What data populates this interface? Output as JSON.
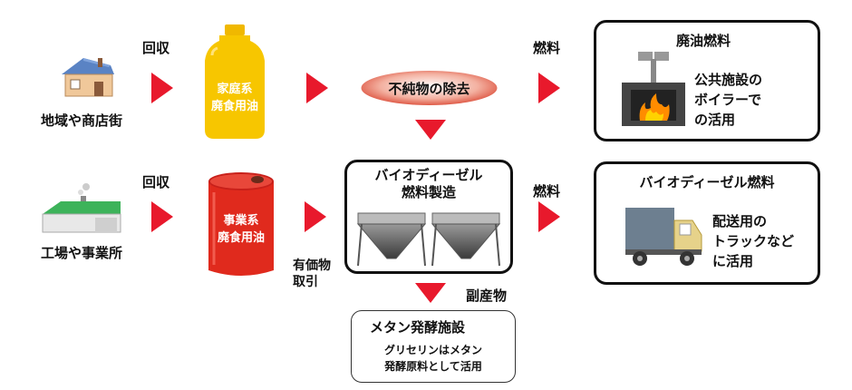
{
  "sources": {
    "household": {
      "label": "地域や商店街",
      "collect_label": "回収"
    },
    "industry": {
      "label": "工場や事業所",
      "collect_label": "回収"
    }
  },
  "household_oil": {
    "line1": "家庭系",
    "line2": "廃食用油"
  },
  "business_oil": {
    "line1": "事業系",
    "line2": "廃食用油"
  },
  "purification": {
    "label": "不純物の除去"
  },
  "biodiesel_production": {
    "line1": "バイオディーゼル",
    "line2": "燃料製造"
  },
  "valuable_sale": {
    "line1": "有価物",
    "line2": "取引"
  },
  "byproduct": {
    "label": "副産物"
  },
  "methane": {
    "title": "メタン発酵施設",
    "line1": "グリセリンはメタン",
    "line2": "発酵原料として活用"
  },
  "fuel_labels": {
    "top": "燃料",
    "bottom": "燃料"
  },
  "waste_oil_fuel": {
    "title": "廃油燃料",
    "line1": "公共施設の",
    "line2": "ボイラーで",
    "line3": "の活用"
  },
  "biodiesel_fuel": {
    "title": "バイオディーゼル燃料",
    "line1": "配送用の",
    "line2": "トラックなど",
    "line3": "に活用"
  },
  "colors": {
    "arrow": "#e8192c",
    "bottle": "#f7c600",
    "drum": "#e02a1d",
    "pill": "#d9432f"
  }
}
